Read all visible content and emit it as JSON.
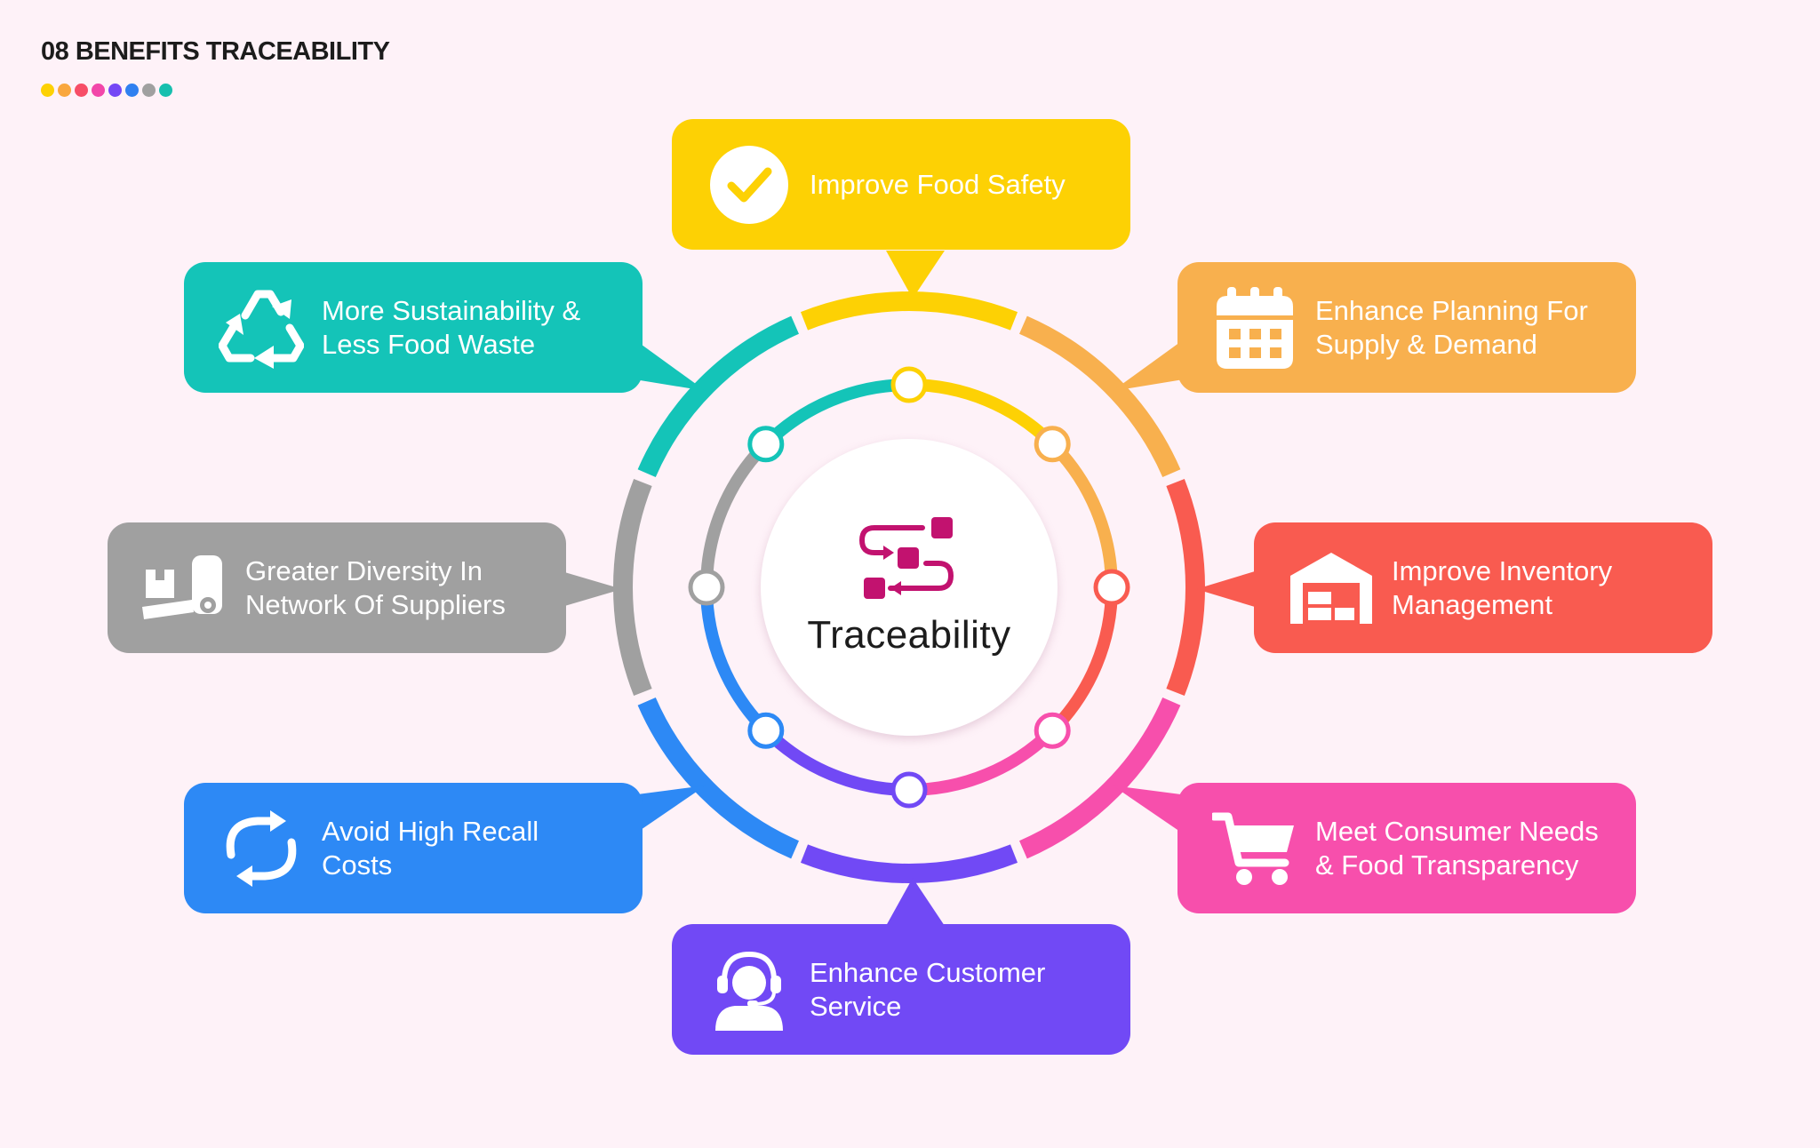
{
  "header": {
    "title": "08 BENEFITS TRACEABILITY",
    "dot_colors": [
      "#fdd104",
      "#f9a73e",
      "#f74e67",
      "#f246a9",
      "#7547f5",
      "#2f80f0",
      "#a0a0a0",
      "#17bfae"
    ]
  },
  "center": {
    "label": "Traceability",
    "icon": "traceability-icon",
    "icon_color": "#c2126f"
  },
  "benefits": [
    {
      "label": "Improve Food Safety",
      "icon": "checkmark-icon",
      "color": "#fdd104"
    },
    {
      "label": "Enhance Planning For\nSupply & Demand",
      "icon": "calendar-icon",
      "color": "#f8b04e"
    },
    {
      "label": "Improve Inventory\nManagement",
      "icon": "warehouse-icon",
      "color": "#f95b50"
    },
    {
      "label": "Meet Consumer Needs\n& Food Transparency",
      "icon": "shopping-cart-icon",
      "color": "#f74fac"
    },
    {
      "label": "Enhance Customer\nService",
      "icon": "customer-service-icon",
      "color": "#7149f5"
    },
    {
      "label": "Avoid High Recall\nCosts",
      "icon": "refresh-icon",
      "color": "#2d89f5"
    },
    {
      "label": "Greater Diversity In\nNetwork Of Suppliers",
      "icon": "hand-truck-icon",
      "color": "#a0a0a0"
    },
    {
      "label": "More Sustainability &\nLess Food Waste",
      "icon": "recycle-icon",
      "color": "#14c4b8"
    }
  ]
}
